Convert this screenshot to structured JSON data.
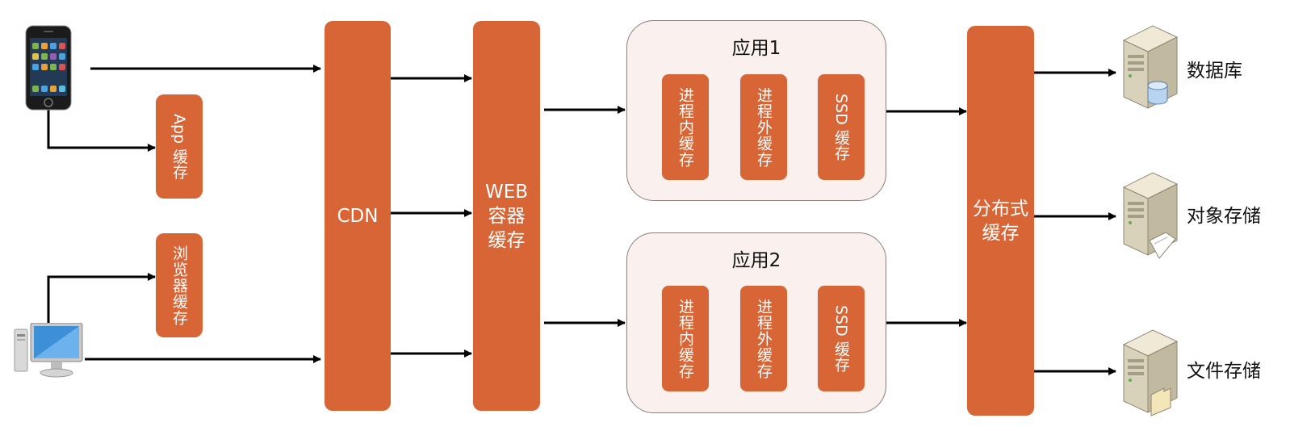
{
  "clients": {
    "mobile_icon": "mobile-phone-icon",
    "desktop_icon": "desktop-computer-icon"
  },
  "client_caches": {
    "app_cache": "App 缓存",
    "browser_cache": "浏览器缓存"
  },
  "cdn": {
    "label": "CDN"
  },
  "web_container": {
    "line1": "WEB",
    "line2": "容器",
    "line3": "缓存"
  },
  "apps": [
    {
      "title": "应用1",
      "in_process": "进程内缓存",
      "out_process": "进程外缓存",
      "ssd": "SSD 缓存"
    },
    {
      "title": "应用2",
      "in_process": "进程内缓存",
      "out_process": "进程外缓存",
      "ssd": "SSD 缓存"
    }
  ],
  "distributed_cache": {
    "line1": "分布式",
    "line2": "缓存"
  },
  "storage": [
    {
      "label": "数据库",
      "icon": "database-server-icon"
    },
    {
      "label": "对象存储",
      "icon": "object-storage-server-icon"
    },
    {
      "label": "文件存储",
      "icon": "file-storage-server-icon"
    }
  ],
  "colors": {
    "accent": "#d86536",
    "group_bg": "#faf1ef",
    "arrow": "#000000"
  }
}
